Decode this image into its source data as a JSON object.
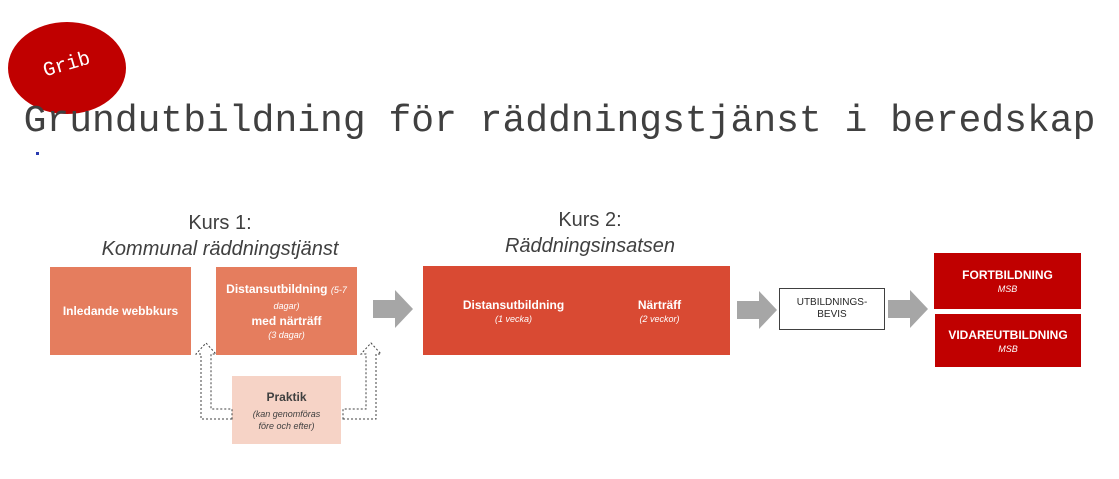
{
  "logo": {
    "text": "Grib",
    "color": "#c00000"
  },
  "title": "Grundutbildning för räddningstjänst i beredskap",
  "kurs1": {
    "heading": "Kurs 1:",
    "name": "Kommunal räddningstjänst"
  },
  "kurs2": {
    "heading": "Kurs 2:",
    "name": "Räddningsinsatsen"
  },
  "boxes": {
    "webbkurs": {
      "label": "Inledande webbkurs"
    },
    "distans1": {
      "label": "Distansutbildning",
      "label_sub": "(5-7 dagar)",
      "label2": "med närträff",
      "sub": "(3 dagar)"
    },
    "praktik": {
      "label": "Praktik",
      "sub": "(kan genomföras före och efter)"
    },
    "distans2": {
      "label": "Distansutbildning",
      "sub": "(1 vecka)"
    },
    "nartraff": {
      "label": "Närträff",
      "sub": "(2 veckor)"
    },
    "bevis": {
      "label": "UTBILDNINGS-BEVIS"
    },
    "fortbildning": {
      "label": "FORTBILDNING",
      "sub": "MSB"
    },
    "vidareutbildning": {
      "label": "VIDAREUTBILDNING",
      "sub": "MSB"
    }
  },
  "colors": {
    "salmon": "#e57d5e",
    "red": "#d94a33",
    "darkred": "#c00000",
    "light": "#f6d3c6",
    "arrow": "#a6a6a6",
    "text": "#404040"
  },
  "icons": [
    "right-arrow-icon",
    "up-arrow-icon"
  ]
}
